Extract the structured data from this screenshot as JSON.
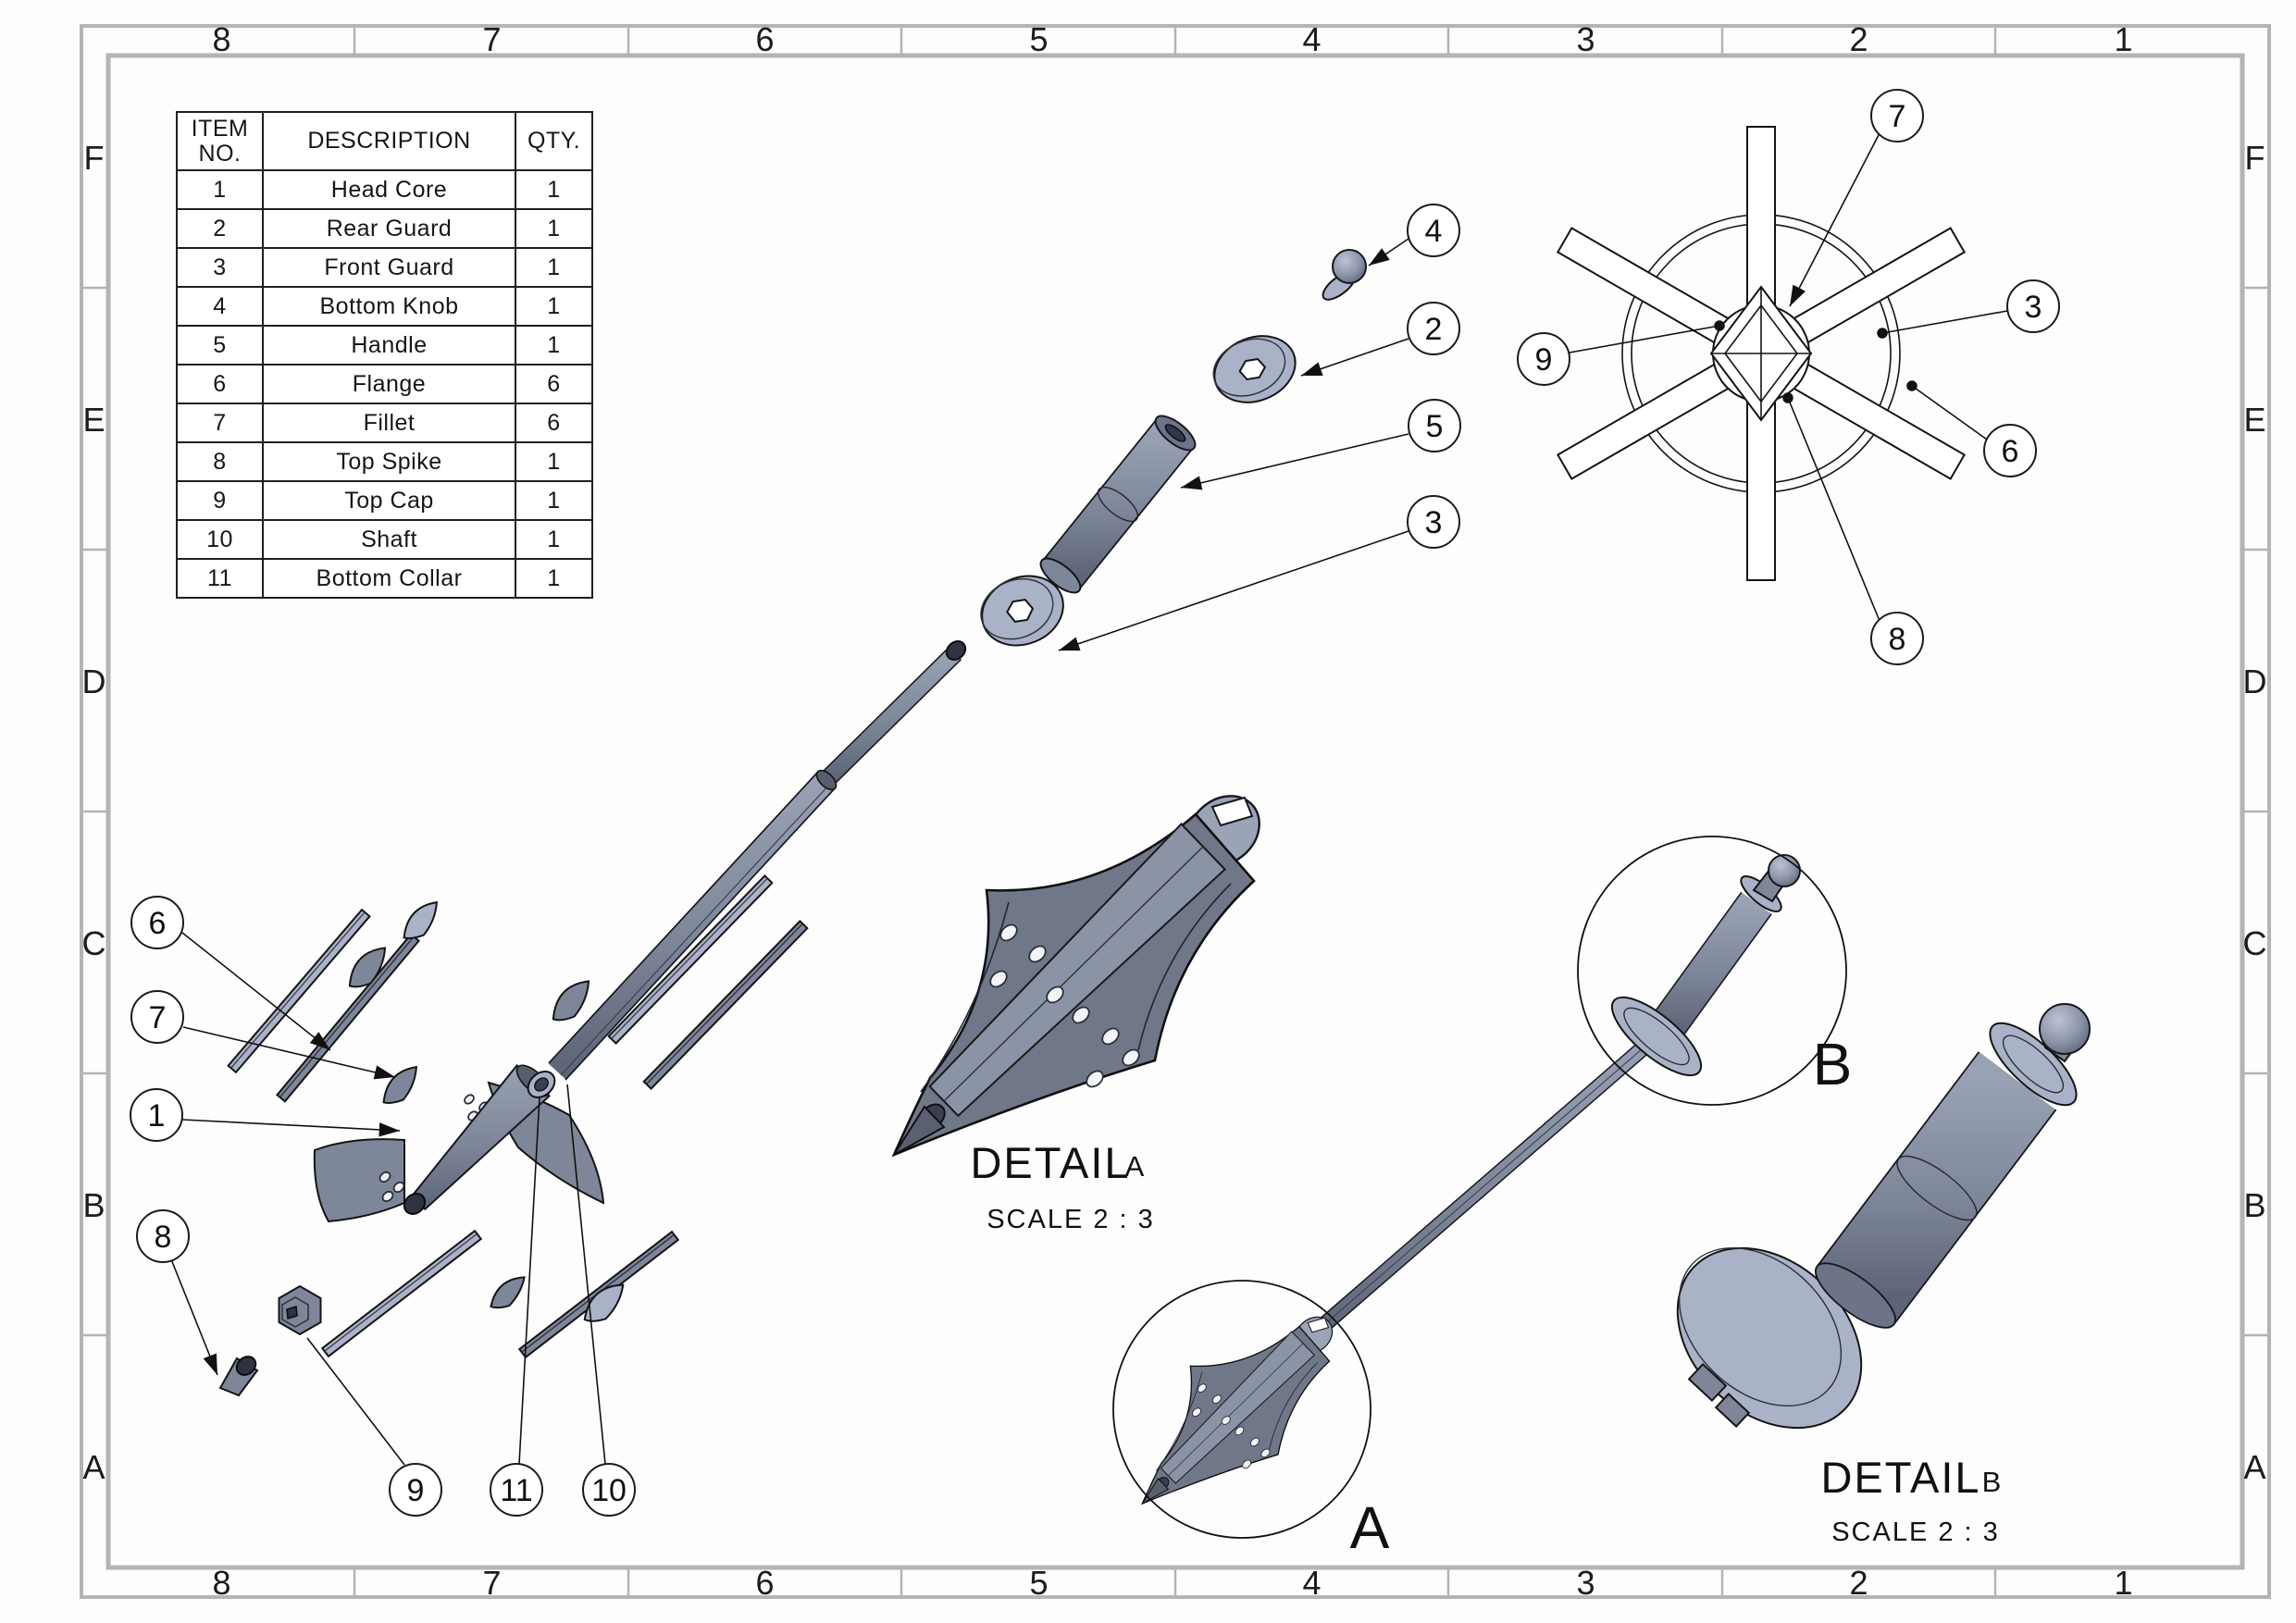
{
  "bom": {
    "headers": {
      "item_no": "ITEM NO.",
      "description": "DESCRIPTION",
      "qty": "QTY."
    },
    "rows": [
      {
        "no": "1",
        "description": "Head Core",
        "qty": "1"
      },
      {
        "no": "2",
        "description": "Rear Guard",
        "qty": "1"
      },
      {
        "no": "3",
        "description": "Front Guard",
        "qty": "1"
      },
      {
        "no": "4",
        "description": "Bottom Knob",
        "qty": "1"
      },
      {
        "no": "5",
        "description": "Handle",
        "qty": "1"
      },
      {
        "no": "6",
        "description": "Flange",
        "qty": "6"
      },
      {
        "no": "7",
        "description": "Fillet",
        "qty": "6"
      },
      {
        "no": "8",
        "description": "Top Spike",
        "qty": "1"
      },
      {
        "no": "9",
        "description": "Top Cap",
        "qty": "1"
      },
      {
        "no": "10",
        "description": "Shaft",
        "qty": "1"
      },
      {
        "no": "11",
        "description": "Bottom Collar",
        "qty": "1"
      }
    ]
  },
  "frame": {
    "columns": [
      "8",
      "7",
      "6",
      "5",
      "4",
      "3",
      "2",
      "1"
    ],
    "rows": [
      "F",
      "E",
      "D",
      "C",
      "B",
      "A"
    ]
  },
  "balloons": {
    "1": "1",
    "2": "2",
    "3": "3",
    "4": "4",
    "5": "5",
    "6": "6",
    "7": "7",
    "8": "8",
    "9": "9",
    "10": "10",
    "11": "11"
  },
  "details": {
    "a": {
      "word": "DETAIL",
      "letter": "A",
      "scale": "SCALE 2 : 3"
    },
    "b": {
      "word": "DETAIL",
      "letter": "B",
      "scale": "SCALE 2 : 3"
    }
  },
  "detail_markers": {
    "a": "A",
    "b": "B"
  },
  "colors": {
    "part_mid": "#7e8699",
    "part_light": "#aab2c7",
    "part_lighter": "#c6ccdb",
    "part_dark": "#565d6f",
    "part_darkest": "#2e3340",
    "outline": "#141414",
    "frame_gray": "#b4b4b4"
  }
}
